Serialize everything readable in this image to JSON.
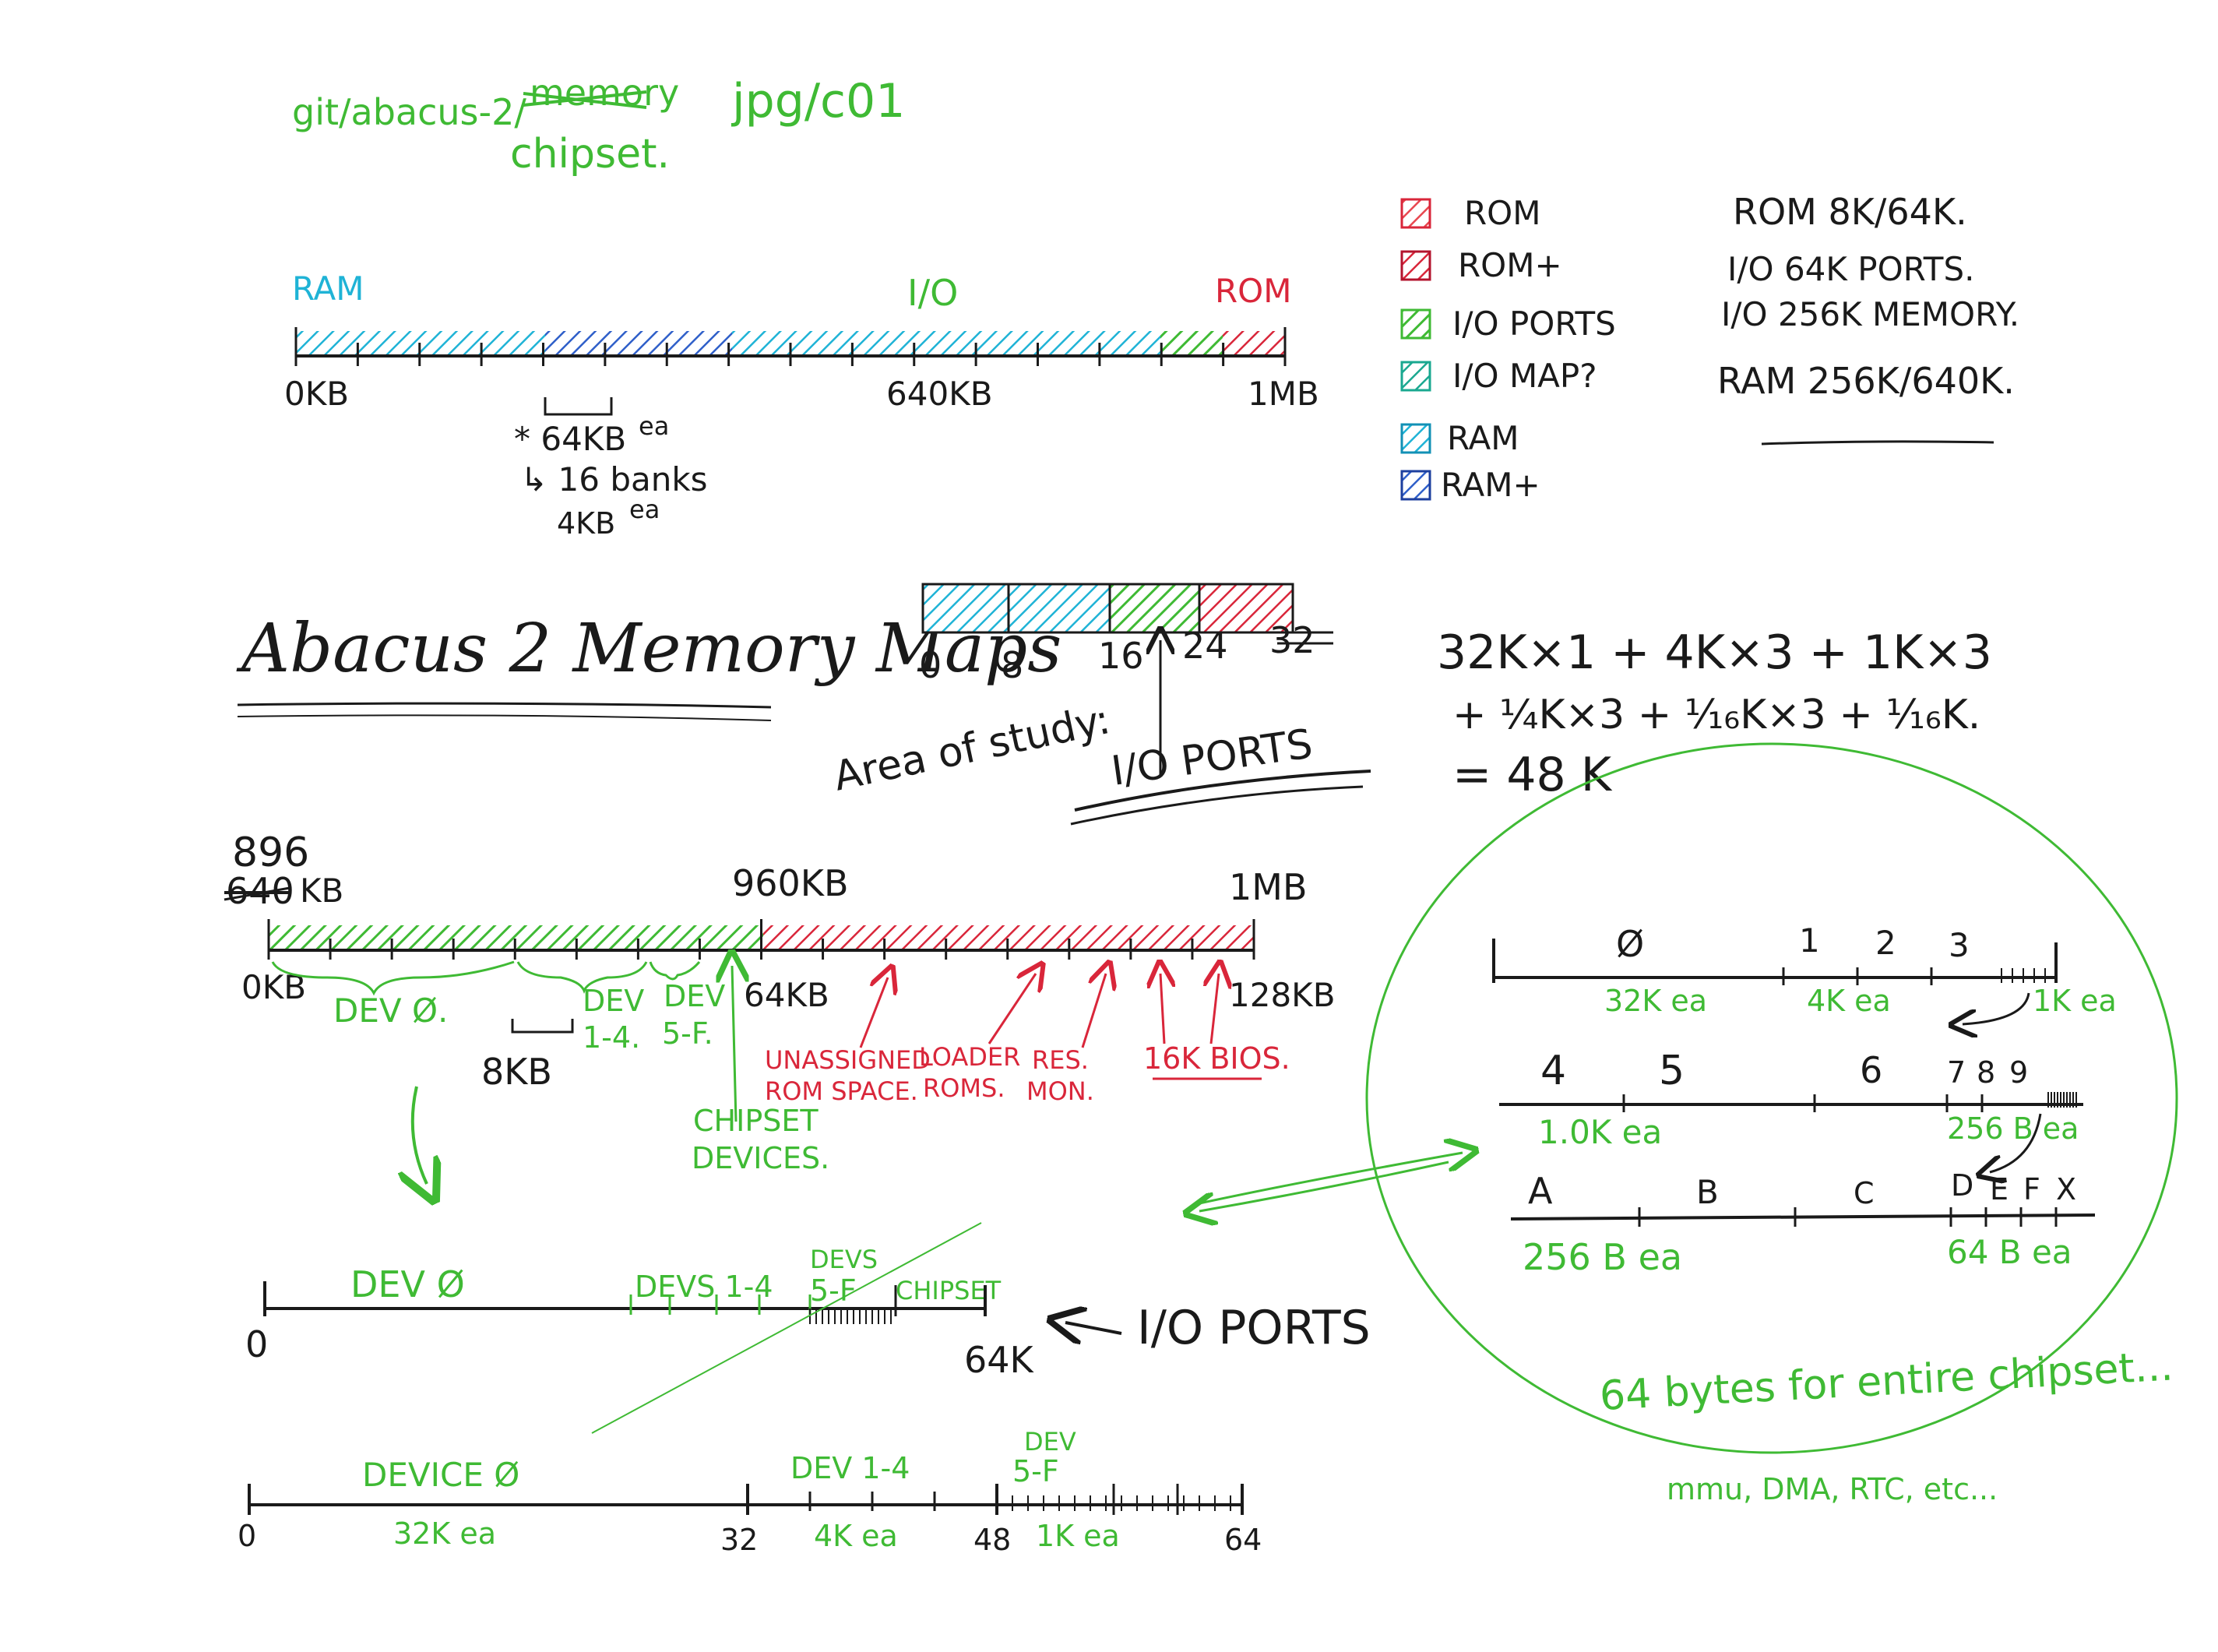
{
  "header": {
    "path_line1": "git/abacus-2/",
    "path_strike": "memory",
    "path_line2": "chipset.",
    "jpg_ref": "jpg/c01"
  },
  "legend": {
    "items": [
      {
        "label": "ROM",
        "color": "#e8474f",
        "hatch": "#d9263a"
      },
      {
        "label": "ROM+",
        "color": "#d9263a",
        "hatch": "#b3142e"
      },
      {
        "label": "I/O PORTS",
        "color": "#6fd25c",
        "hatch": "#3fba34"
      },
      {
        "label": "I/O MAP?",
        "color": "#3cc9b5",
        "hatch": "#1aa890"
      },
      {
        "label": "RAM",
        "color": "#1fb3d6",
        "hatch": "#1290b5"
      },
      {
        "label": "RAM+",
        "color": "#2f5fc9",
        "hatch": "#1d3f9e"
      }
    ]
  },
  "sizes": {
    "rom": "ROM 8K/64K.",
    "io_ports": "I/O 64K PORTS.",
    "io_mem": "I/O 256K MEMORY.",
    "ram": "RAM 256K/640K."
  },
  "map1": {
    "label_ram": "RAM",
    "label_io": "I/O",
    "label_rom": "ROM",
    "start": "0KB",
    "mid": "640KB",
    "end": "1MB",
    "bank_note1": "* 64KB",
    "bank_note1_sup": "ea",
    "bank_note2": "↳ 16 banks",
    "bank_note3": "4KB",
    "bank_note3_sup": "ea"
  },
  "title": "Abacus 2 Memory Maps",
  "study": {
    "ticks": [
      "0",
      "8",
      "16",
      "24",
      "32"
    ],
    "strike_tick": "32",
    "area_label": "Area of study:",
    "io_ports": "I/O PORTS"
  },
  "formula": {
    "line1": "32K×1 + 4K×3 + 1K×3",
    "line2": "+ ¼K×3 + ¹⁄₁₆K×3 + ¹⁄₁₆K.",
    "line3": "= 48 K"
  },
  "map2": {
    "start_top": "896",
    "start_strike": "640",
    "start_kb": "KB",
    "mid": "960KB",
    "end": "1MB",
    "below_start": "0KB",
    "below_mid": "64KB",
    "below_end": "128KB",
    "dev0": "DEV Ø.",
    "dev14_top": "DEV",
    "dev14": "1-4.",
    "dev5f_top": "DEV",
    "dev5f": "5-F.",
    "eight_kb": "8KB",
    "chipset": "CHIPSET",
    "devices": "DEVICES.",
    "unassigned1": "UNASSIGNED",
    "unassigned2": "ROM SPACE.",
    "loader1": "LOADER",
    "loader2": "ROMS.",
    "res1": "RES.",
    "res2": "MON.",
    "bios": "16K BIOS."
  },
  "ports": {
    "dev0": "DEV Ø",
    "devs14": "DEVS 1-4",
    "devs5f_top": "DEVS",
    "devs5f": "5-F",
    "chipset": "CHIPSET",
    "start": "0",
    "end": "64K",
    "label": "I/O PORTS"
  },
  "detail": {
    "device0": "DEVICE Ø",
    "dev14": "DEV 1-4",
    "dev5f_top": "DEV",
    "dev5f": "5-F",
    "t0": "0",
    "t32": "32",
    "t48": "48",
    "t64": "64",
    "ea32": "32K ea",
    "ea4": "4K ea",
    "ea1": "1K ea"
  },
  "circle": {
    "row1_labels": [
      "Ø",
      "1",
      "2",
      "3"
    ],
    "row1_ea1": "32K ea",
    "row1_ea2": "4K ea",
    "row1_ea3": "1K ea",
    "row2_labels": [
      "4",
      "5",
      "6",
      "7",
      "8",
      "9"
    ],
    "row2_ea1": "1.0K ea",
    "row2_ea2": "256 B ea",
    "row3_labels": [
      "A",
      "B",
      "C",
      "D",
      "E",
      "F",
      "X"
    ],
    "row3_ea1": "256 B ea",
    "row3_ea2": "64 B ea",
    "note1": "64 bytes for entire chipset...",
    "note2": "mmu, DMA, RTC, etc..."
  }
}
